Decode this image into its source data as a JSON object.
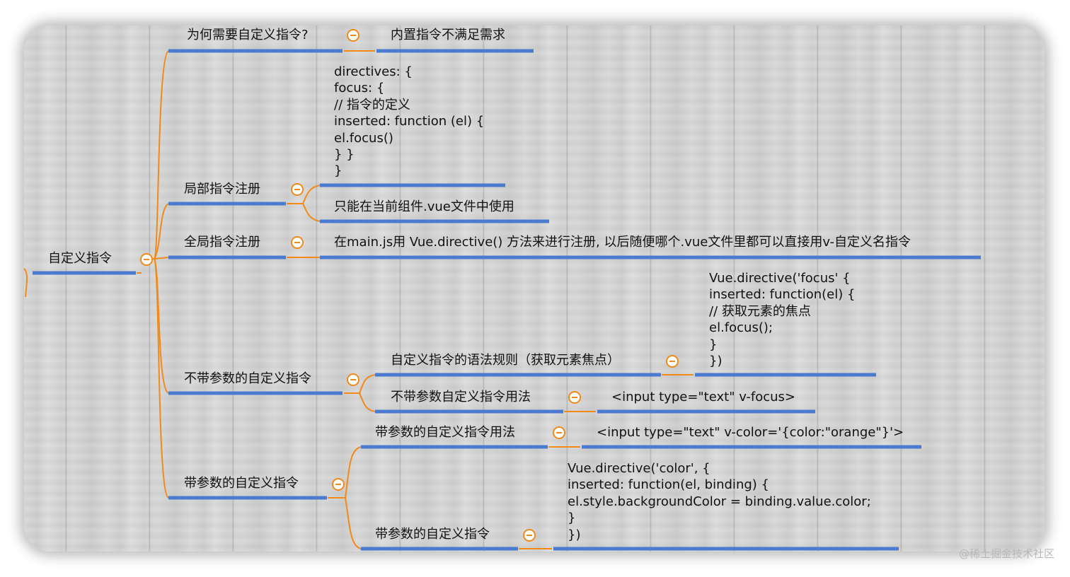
{
  "colors": {
    "underline": "#4a7bd0",
    "connector": "#f08a1a",
    "toggle": "#f08a1a"
  },
  "root": {
    "label": "自定义指令"
  },
  "nodes": {
    "why": {
      "label": "为何需要自定义指令?",
      "child": "内置指令不满足需求"
    },
    "local": {
      "label": "局部指令注册",
      "code": "directives: {\nfocus: {\n// 指令的定义\ninserted: function (el) {\nel.focus()\n} }\n}",
      "note": "只能在当前组件.vue文件中使用"
    },
    "global": {
      "label": "全局指令注册",
      "child": "在main.js用 Vue.directive() 方法来进行注册, 以后随便哪个.vue文件里都可以直接用v-自定义名指令"
    },
    "noparam": {
      "label": "不带参数的自定义指令",
      "syntax_label": "自定义指令的语法规则（获取元素焦点）",
      "syntax_code": "Vue.directive('focus' {\ninserted: function(el) {\n// 获取元素的焦点\nel.focus();\n}\n})",
      "usage_label": "不带参数自定义指令用法",
      "usage_code": "<input type=\"text\" v-focus>"
    },
    "param": {
      "label": "带参数的自定义指令",
      "usage_label": "带参数的自定义指令用法",
      "usage_code": "<input type=\"text\" v-color='{color:\"orange\"}'>",
      "def_label": "带参数的自定义指令",
      "def_code": "Vue.directive('color', {\ninserted: function(el, binding) {\nel.style.backgroundColor = binding.value.color;\n}\n})"
    }
  },
  "watermark": "@稀土掘金技术社区"
}
